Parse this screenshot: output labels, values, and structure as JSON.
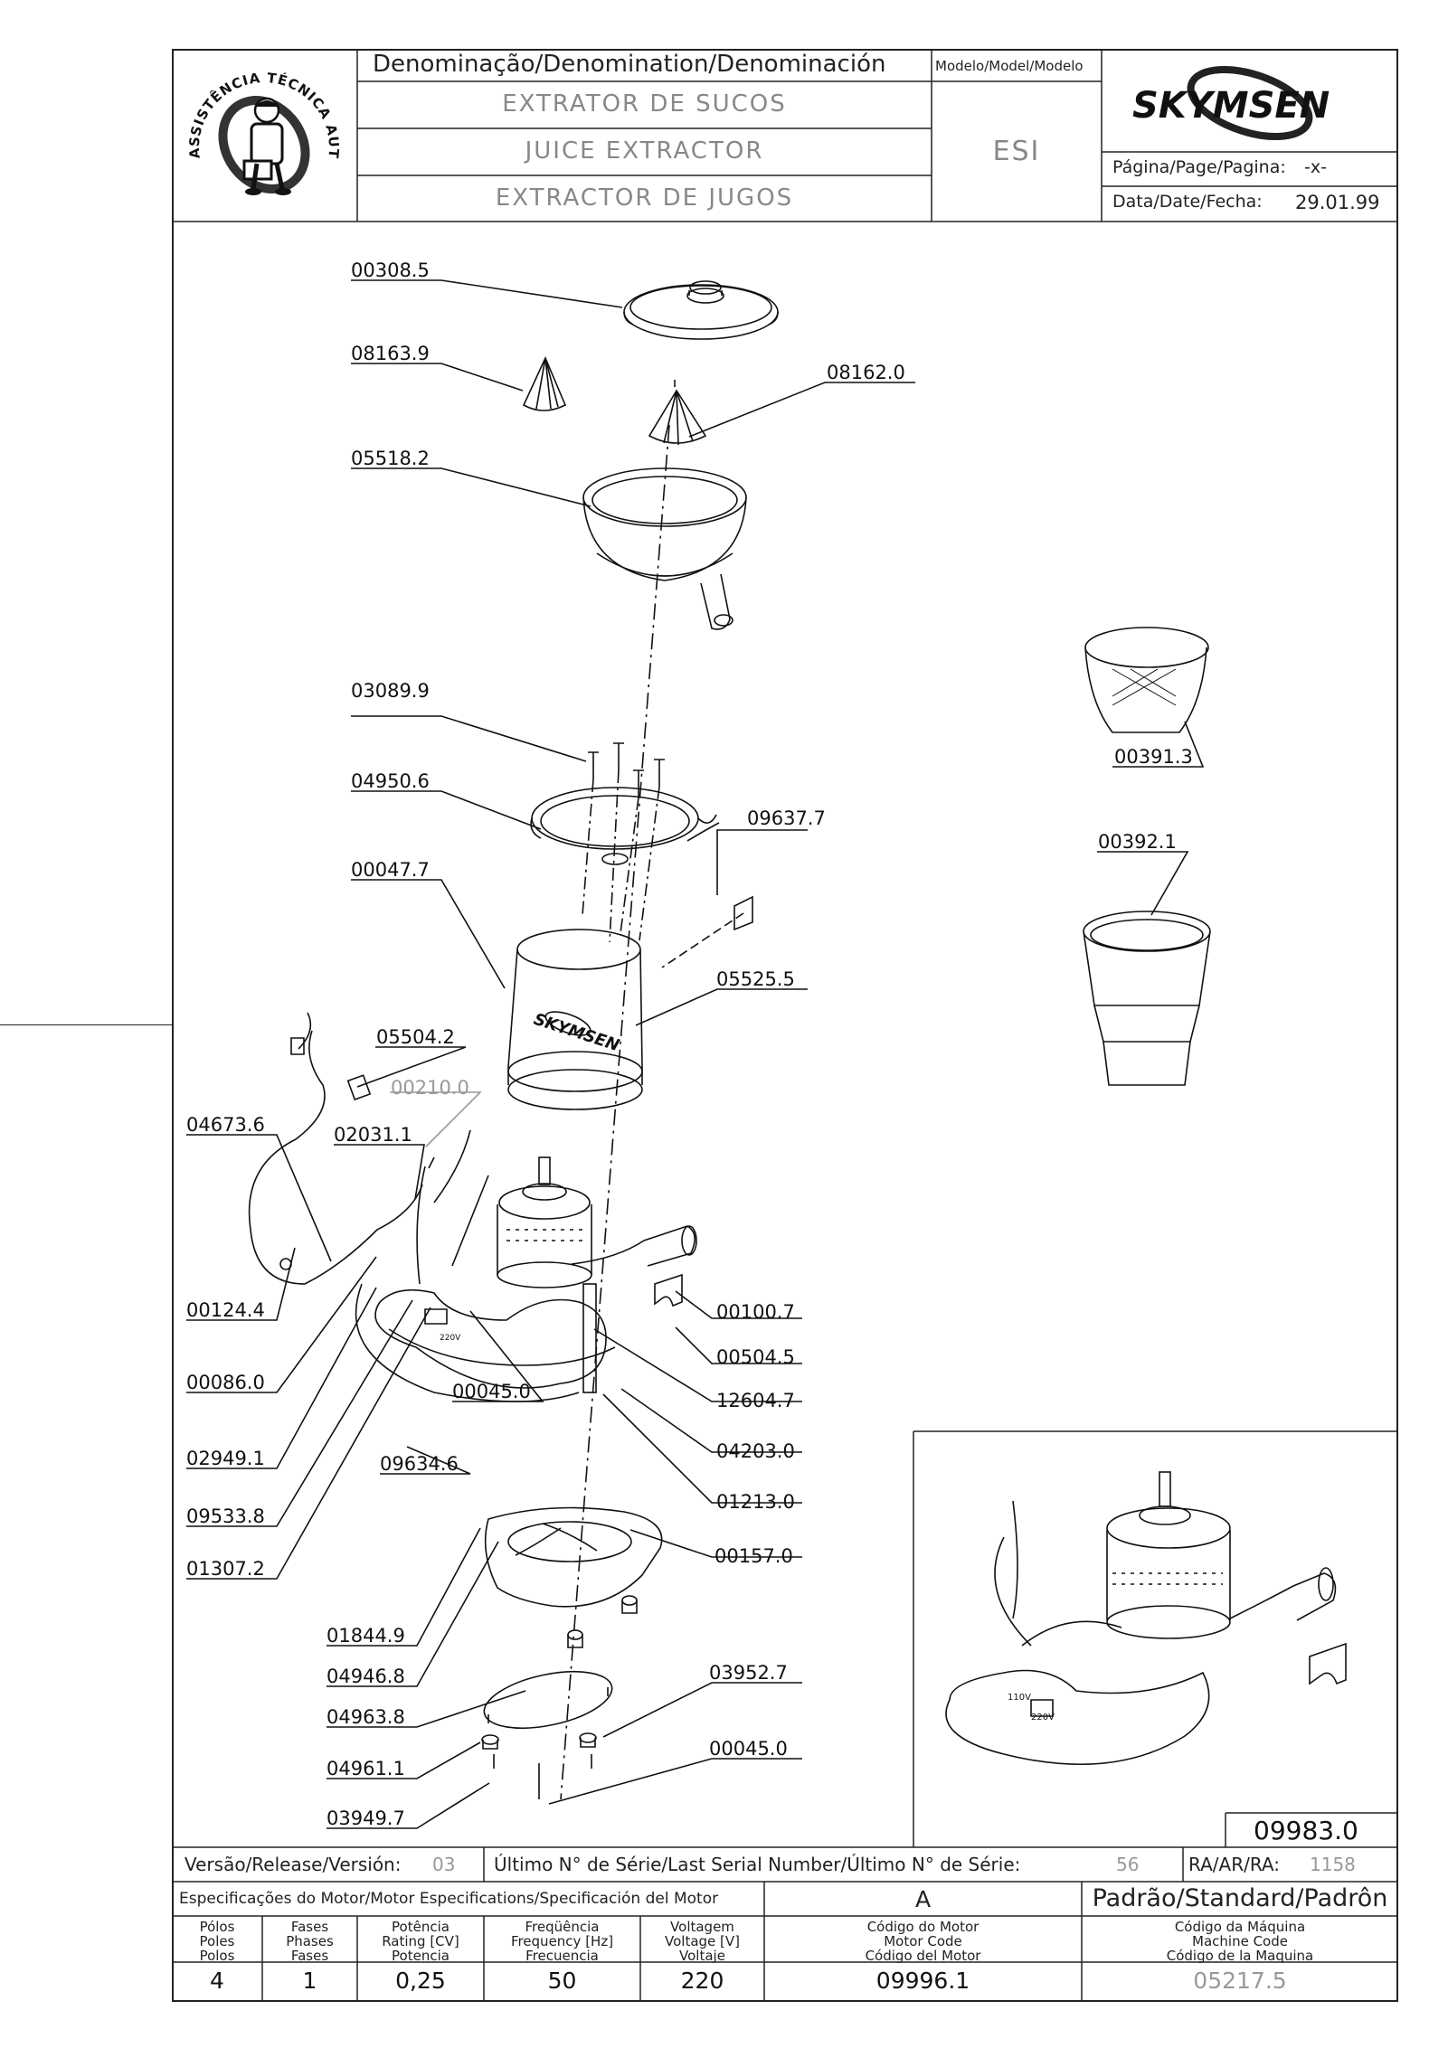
{
  "header": {
    "denomination_label": "Denominação/Denomination/Denominación",
    "model_label": "Modelo/Model/Modelo",
    "name_pt": "EXTRATOR DE SUCOS",
    "name_en": "JUICE EXTRACTOR",
    "name_es": "EXTRACTOR DE JUGOS",
    "model_value": "ESI",
    "brand": "SKYMSEN",
    "page_label": "Página/Page/Pagina:",
    "page_value": "-x-",
    "date_label": "Data/Date/Fecha:",
    "date_value": "29.01.99",
    "seal_text": "ASSISTÊNCIA TÉCNICA AUTORIZADA"
  },
  "diagram": {
    "callouts": [
      "00308.5",
      "08163.9",
      "08162.0",
      "05518.2",
      "03089.9",
      "04950.6",
      "09637.7",
      "00047.7",
      "05525.5",
      "05504.2",
      "04673.6",
      "00210.0",
      "02031.1",
      "00124.4",
      "00086.0",
      "02949.1",
      "09533.8",
      "01307.2",
      "00100.7",
      "00504.5",
      "00045.0",
      "12604.7",
      "09634.6",
      "04203.0",
      "01213.0",
      "00157.0",
      "01844.9",
      "04946.8",
      "03952.7",
      "04963.8",
      "00045.0",
      "04961.1",
      "03949.7",
      "00391.3",
      "00392.1"
    ],
    "inset_label": "09983.0",
    "wiring_110": "110V",
    "wiring_220": "220V"
  },
  "footer": {
    "release_label": "Versão/Release/Versión:",
    "release_value": "03",
    "serial_label": "Último N° de Série/Last Serial Number/Último N° de Série:",
    "serial_value": "56",
    "ra_label": "RA/AR/RA:",
    "ra_value": "1158",
    "motor_spec_label": "Especificações do Motor/Motor Especifications/Specificación del Motor",
    "motor_spec_value": "A",
    "standard_label": "Padrão/Standard/Padrôn",
    "columns": [
      {
        "label": "Pólos\nPoles\nPolos",
        "value": "4"
      },
      {
        "label": "Fases\nPhases\nFases",
        "value": "1"
      },
      {
        "label": "Potência\nRating [CV]\nPotencia",
        "value": "0,25"
      },
      {
        "label": "Freqüência\nFrequency [Hz]\nFrecuencia",
        "value": "50"
      },
      {
        "label": "Voltagem\nVoltage [V]\nVoltaje",
        "value": "220"
      },
      {
        "label": "Código do Motor\nMotor Code\nCódigo del Motor",
        "value": "09996.1"
      },
      {
        "label": "Código da Máquina\nMachine Code\nCódigo de la Maquina",
        "value": "05217.5"
      }
    ]
  }
}
